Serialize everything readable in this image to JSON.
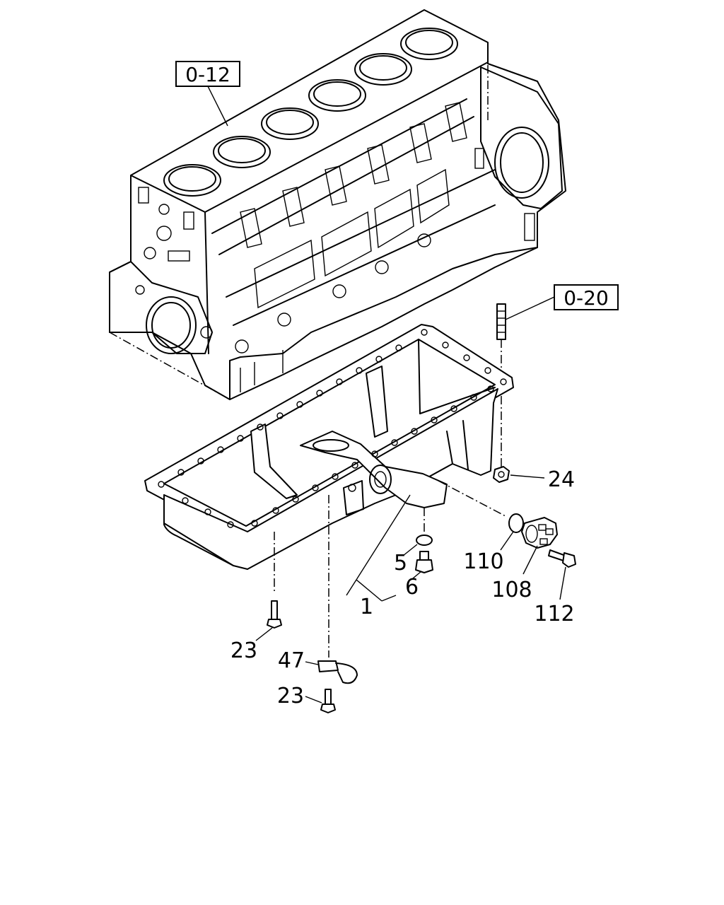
{
  "refs": {
    "block": "0-12",
    "stud": "0-20"
  },
  "callouts": {
    "c1": "1",
    "c5": "5",
    "c6": "6",
    "c23a": "23",
    "c23b": "23",
    "c24": "24",
    "c47": "47",
    "c108": "108",
    "c110": "110",
    "c112": "112"
  }
}
